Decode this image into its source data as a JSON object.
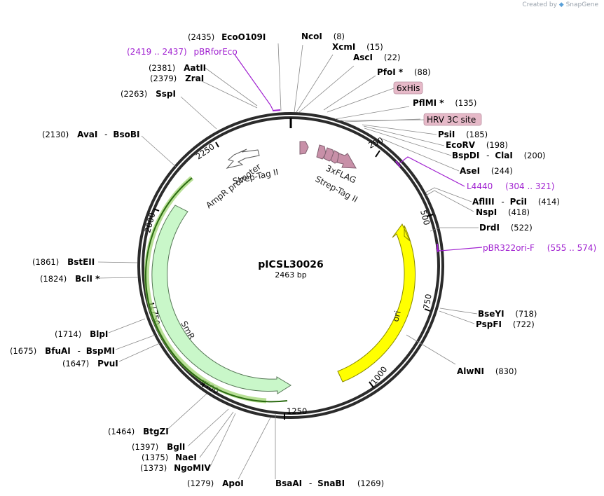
{
  "credit": {
    "prefix": "Created by",
    "brand": "SnapGene"
  },
  "plasmid": {
    "name": "pICSL30026",
    "size": "2463 bp",
    "length": 2463
  },
  "ticks": [
    "250",
    "500",
    "750",
    "1000",
    "1250",
    "1500",
    "1750",
    "2000",
    "2250"
  ],
  "enzymes": [
    {
      "name": "EcoO109I",
      "pos": "(2435)"
    },
    {
      "name": "NcoI",
      "pos": "(8)"
    },
    {
      "name": "XcmI",
      "pos": "(15)"
    },
    {
      "name": "AscI",
      "pos": "(22)"
    },
    {
      "name": "PfoI *",
      "pos": "(88)"
    },
    {
      "name": "PflMI *",
      "pos": "(135)"
    },
    {
      "name": "PsiI",
      "pos": "(185)"
    },
    {
      "name": "EcoRV",
      "pos": "(198)"
    },
    {
      "name": "BspDI",
      "alt": "ClaI",
      "pos": "(200)"
    },
    {
      "name": "AseI",
      "pos": "(244)"
    },
    {
      "name": "AflIII",
      "alt": "PciI",
      "pos": "(414)"
    },
    {
      "name": "NspI",
      "pos": "(418)"
    },
    {
      "name": "DrdI",
      "pos": "(522)"
    },
    {
      "name": "BseYI",
      "pos": "(718)"
    },
    {
      "name": "PspFI",
      "pos": "(722)"
    },
    {
      "name": "AlwNI",
      "pos": "(830)"
    },
    {
      "name": "BsaAI",
      "alt": "SnaBI",
      "pos": "(1269)"
    },
    {
      "name": "ApoI",
      "pos": "(1279)"
    },
    {
      "name": "NgoMIV",
      "pos": "(1373)"
    },
    {
      "name": "NaeI",
      "pos": "(1375)"
    },
    {
      "name": "BglI",
      "pos": "(1397)"
    },
    {
      "name": "BtgZI",
      "pos": "(1464)"
    },
    {
      "name": "PvuI",
      "pos": "(1647)"
    },
    {
      "name": "BfuAI",
      "alt": "BspMI",
      "pos": "(1675)"
    },
    {
      "name": "BlpI",
      "pos": "(1714)"
    },
    {
      "name": "BclI *",
      "pos": "(1824)"
    },
    {
      "name": "BstEII",
      "pos": "(1861)"
    },
    {
      "name": "AvaI",
      "alt": "BsoBI",
      "pos": "(2130)"
    },
    {
      "name": "SspI",
      "pos": "(2263)"
    },
    {
      "name": "ZraI",
      "pos": "(2379)"
    },
    {
      "name": "AatII",
      "pos": "(2381)"
    }
  ],
  "primers": [
    {
      "name": "pBRforEco",
      "range": "(2419 .. 2437)"
    },
    {
      "name": "L4440",
      "range": "(304 .. 321)"
    },
    {
      "name": "pBR322ori-F",
      "range": "(555 .. 574)"
    }
  ],
  "boxed_features": [
    {
      "name": "6xHis"
    },
    {
      "name": "HRV 3C site"
    }
  ],
  "features": {
    "ampr_promoter": "AmpR promoter",
    "strep_tag_1": "Strep-Tag II",
    "strep_tag_2": "Strep-Tag II",
    "flag": "3xFLAG",
    "smr": "SmR",
    "ori": "ori"
  },
  "colors": {
    "backbone": "#2b2b2b",
    "primer": "#a020d0",
    "tag_feature": "#c890a8",
    "boxed_label_bg": "#e6b9c8",
    "smr": "#c9f7c9",
    "smr_outline": "#9ad36a",
    "ori": "#ffff00",
    "promoter": "#ffffff"
  }
}
